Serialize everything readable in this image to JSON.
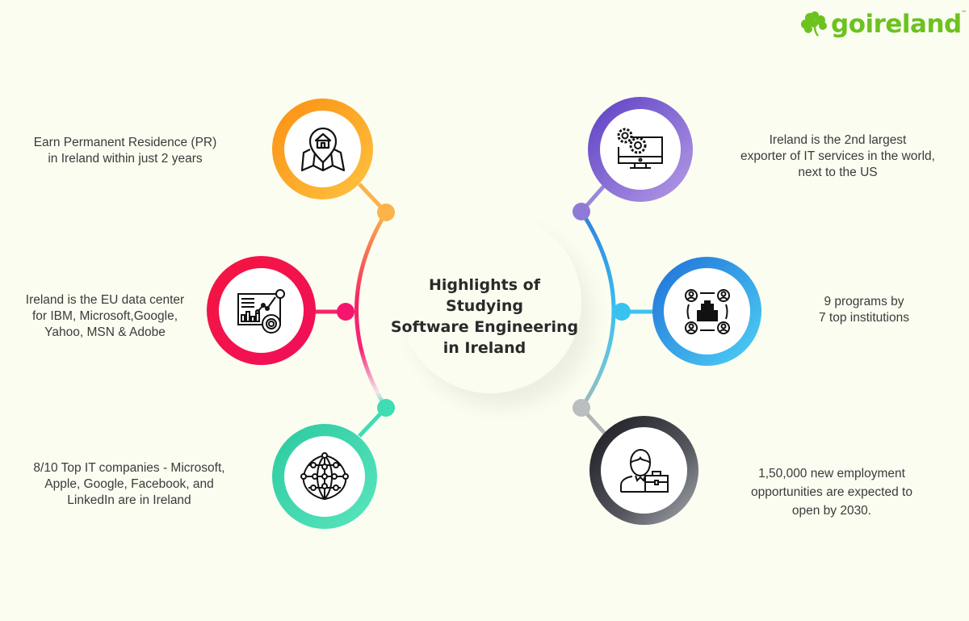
{
  "brand": {
    "logo_text": "goireland",
    "trademark": "™",
    "color": "#6cc21e"
  },
  "center": {
    "title_line1": "Highlights of",
    "title_line2": "Studying",
    "title_line3": "Software Engineering",
    "title_line4": "in Ireland"
  },
  "highlights": [
    {
      "icon": "map-pin-home-icon",
      "color": "#f9a51c",
      "lines": [
        "Earn Permanent Residence (PR)",
        "in Ireland within just 2 years"
      ]
    },
    {
      "icon": "analytics-dashboard-icon",
      "color": "#f0114a",
      "lines": [
        "Ireland is the EU data center",
        "for IBM, Microsoft,Google,",
        "Yahoo, MSN & Adobe"
      ]
    },
    {
      "icon": "global-network-icon",
      "color": "#34d6ae",
      "lines": [
        "8/10 Top IT companies - Microsoft,",
        "Apple, Google, Facebook, and",
        "LinkedIn are in Ireland"
      ]
    },
    {
      "icon": "computer-settings-icon",
      "color": "#7b61d1",
      "lines": [
        "Ireland is the 2nd largest",
        "exporter of IT services in the world,",
        "next to the US"
      ]
    },
    {
      "icon": "institution-network-icon",
      "color": "#2fa8ea",
      "lines": [
        "9 programs by",
        "7 top institutions"
      ]
    },
    {
      "icon": "employee-briefcase-icon",
      "color": "#3a3a40",
      "lines": [
        "1,50,000 new employment",
        "opportunities are expected to",
        "open by 2030."
      ]
    }
  ]
}
